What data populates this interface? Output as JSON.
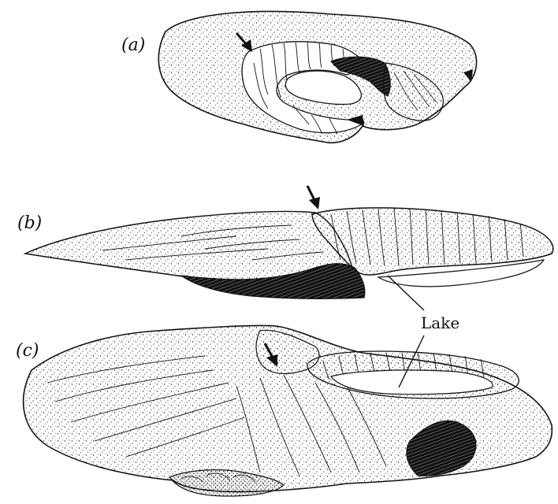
{
  "figure": {
    "panels": [
      {
        "id": "a",
        "label": "(a)"
      },
      {
        "id": "b",
        "label": "(b)"
      },
      {
        "id": "c",
        "label": "(c)"
      }
    ],
    "callout_label": "Lake"
  },
  "colors": {
    "ink": "#111111",
    "paper": "#ffffff",
    "stipple": "#222222"
  }
}
